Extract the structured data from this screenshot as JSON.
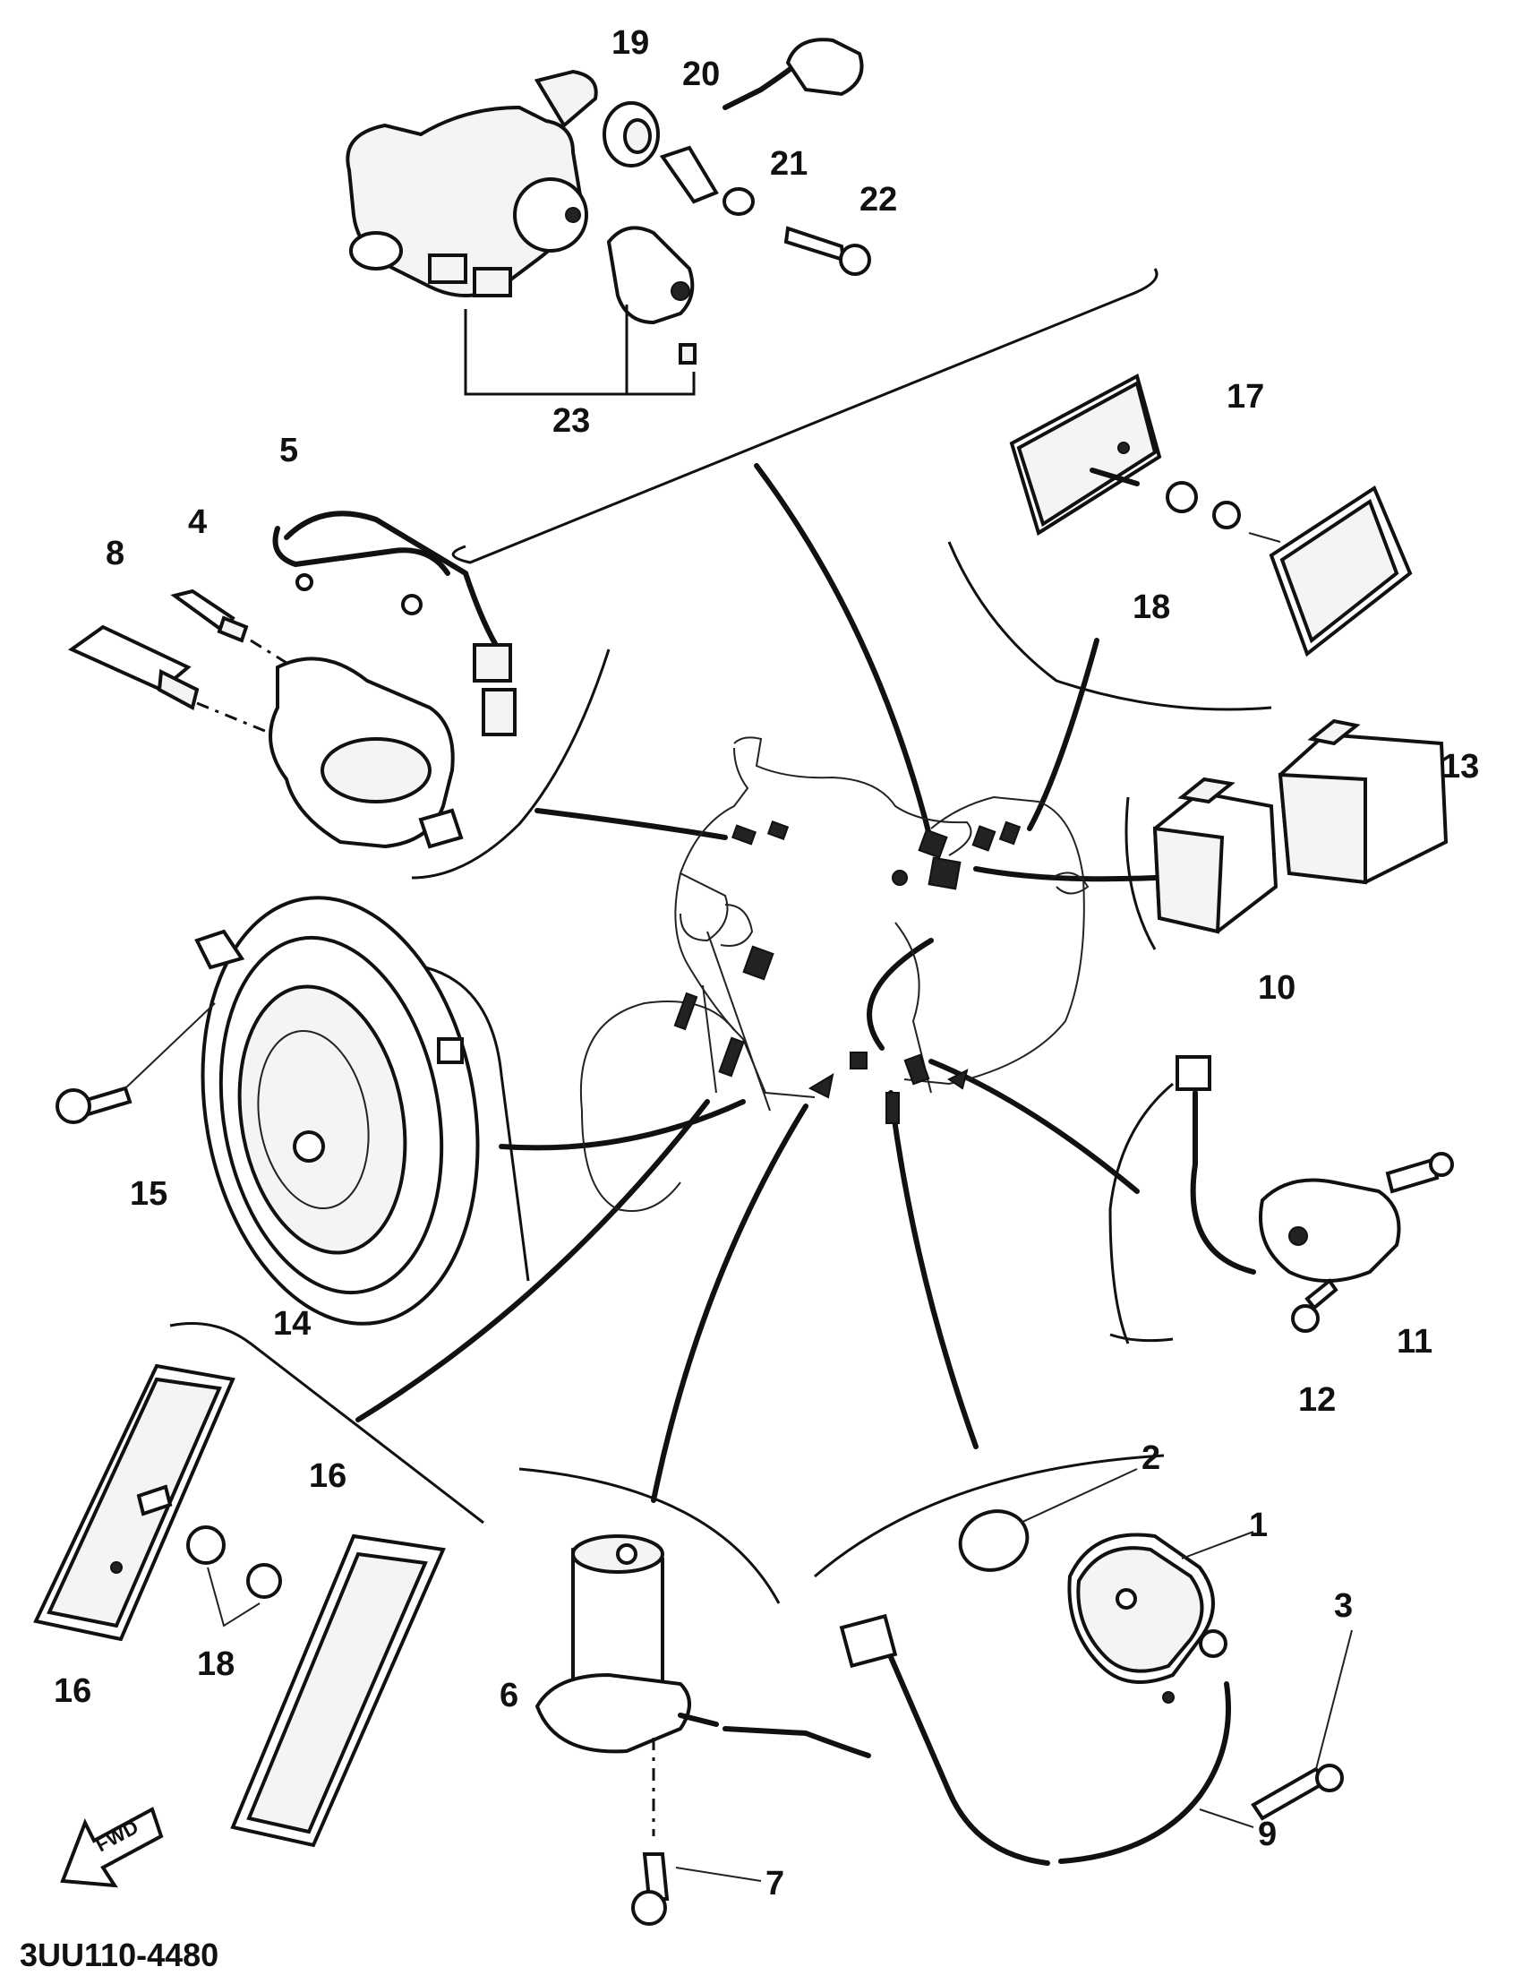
{
  "diagram": {
    "code": "3UU110-4480",
    "fwd_label": "FWD",
    "part_numbers": {
      "p1": "1",
      "p2": "2",
      "p3": "3",
      "p4": "4",
      "p5": "5",
      "p6": "6",
      "p7": "7",
      "p8": "8",
      "p9": "9",
      "p10": "10",
      "p11": "11",
      "p12": "12",
      "p13": "13",
      "p14": "14",
      "p15": "15",
      "p16": "16",
      "p17": "17",
      "p18a": "18",
      "p18b": "18",
      "p19": "19",
      "p20": "20",
      "p21": "21",
      "p22": "22",
      "p23": "23",
      "p16b": "16"
    }
  }
}
